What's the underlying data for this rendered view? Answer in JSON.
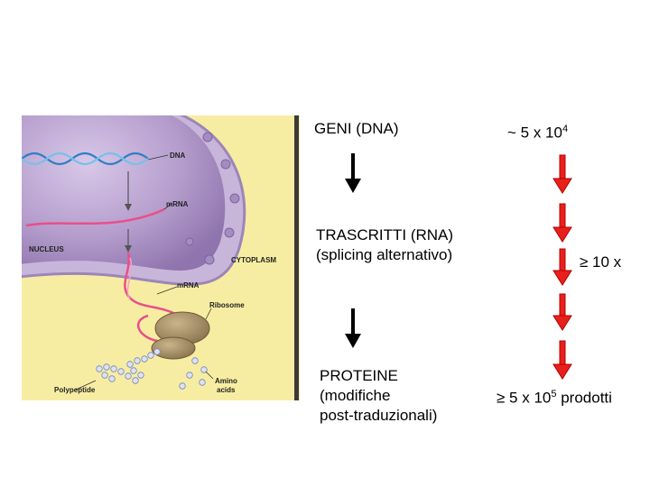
{
  "figure": {
    "labels": {
      "dna": "DNA",
      "mrna_nucleus": "mRNA",
      "nucleus": "NUCLEUS",
      "cytoplasm": "CYTOPLASM",
      "mrna_cytoplasm": "mRNA",
      "ribosome": "Ribosome",
      "polypeptide": "Polypeptide",
      "amino_line1": "Amino",
      "amino_line2": "acids"
    }
  },
  "steps": {
    "genes": "GENI (DNA)",
    "transcripts_line1": "TRASCRITTI (RNA)",
    "transcripts_line2": "(splicing alternativo)",
    "proteins_line1": "PROTEINE",
    "proteins_line2": "(modifiche",
    "proteins_line3": "post-traduzionali)"
  },
  "counts": {
    "genes_prefix": "~ 5 x 10",
    "genes_exp": "4",
    "fold": "≥ 10 x",
    "products_prefix": "≥ 5 x 10",
    "products_exp": "5",
    "products_suffix": " prodotti"
  },
  "colors": {
    "red_arrow": "#e8201c",
    "red_outline": "#b00000",
    "black_arrow": "#000000",
    "nucleus": "#b89fd0",
    "cytoplasm": "#f7eda2"
  }
}
